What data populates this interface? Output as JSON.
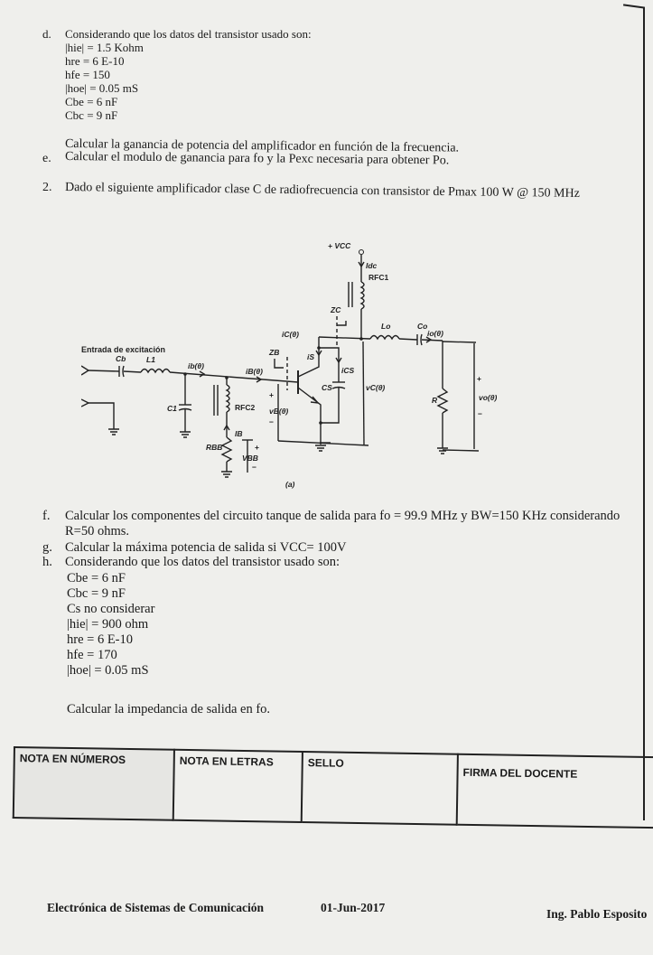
{
  "part1": {
    "d_marker": "d.",
    "d_intro": "Considerando que los datos del transistor usado son:",
    "d_params": [
      "|hie| = 1.5 Kohm",
      "hre = 6 E-10",
      "hfe = 150",
      "|hoe| = 0.05 mS",
      "Cbe = 6 nF",
      "Cbc = 9 nF"
    ],
    "d_task": "Calcular la ganancia de potencia del amplificador en función de la frecuencia.",
    "e_marker": "e.",
    "e_task": "Calcular el modulo de ganancia para fo y la Pexc necesaria para obtener Po."
  },
  "part2": {
    "number": "2.",
    "statement": "Dado el siguiente amplificador clase C de radiofrecuencia con transistor de Pmax 100 W @ 150 MHz"
  },
  "circuit": {
    "input_label": "Entrada de excitación",
    "vcc": "+ VCC",
    "idc": "Idc",
    "rfc1": "RFC1",
    "zc": "ZC",
    "ic": "iC(θ)",
    "lo": "Lo",
    "co": "Co",
    "io": "io(θ)",
    "cb": "Cb",
    "l1": "L1",
    "ib_small": "ib(θ)",
    "ib_big": "iB(θ)",
    "zb": "ZB",
    "is": "iS",
    "ics": "iCS",
    "cs": "CS",
    "vc": "vC(θ)",
    "c1": "C1",
    "rfc2": "RFC2",
    "vb": "vB(θ)",
    "plus": "+",
    "minus": "−",
    "ib_dc": "IB",
    "rbb": "RBB",
    "vbb": "VBB",
    "r": "R",
    "vo": "vo(θ)",
    "caption": "(a)"
  },
  "part2_items": {
    "f_marker": "f.",
    "f_task": "Calcular los componentes del circuito tanque de salida para fo = 99.9 MHz y BW=150 KHz considerando R=50 ohms.",
    "g_marker": "g.",
    "g_task": "Calcular la máxima potencia de salida si VCC= 100V",
    "h_marker": "h.",
    "h_intro": "Considerando que los datos del transistor usado son:",
    "h_params": [
      "Cbe = 6 nF",
      "Cbc = 9 nF",
      "Cs no considerar",
      "|hie| = 900 ohm",
      "hre = 6 E-10",
      "hfe = 170",
      "|hoe| = 0.05 mS"
    ],
    "h_task": "Calcular la impedancia de salida en fo."
  },
  "grade_table": {
    "nota_numeros": "NOTA EN NÚMEROS",
    "nota_letras": "NOTA EN LETRAS",
    "sello": "SELLO",
    "firma": "FIRMA DEL DOCENTE"
  },
  "footer": {
    "subject": "Electrónica de Sistemas de Comunicación",
    "date": "01-Jun-2017",
    "teacher": "Ing. Pablo Esposito"
  }
}
